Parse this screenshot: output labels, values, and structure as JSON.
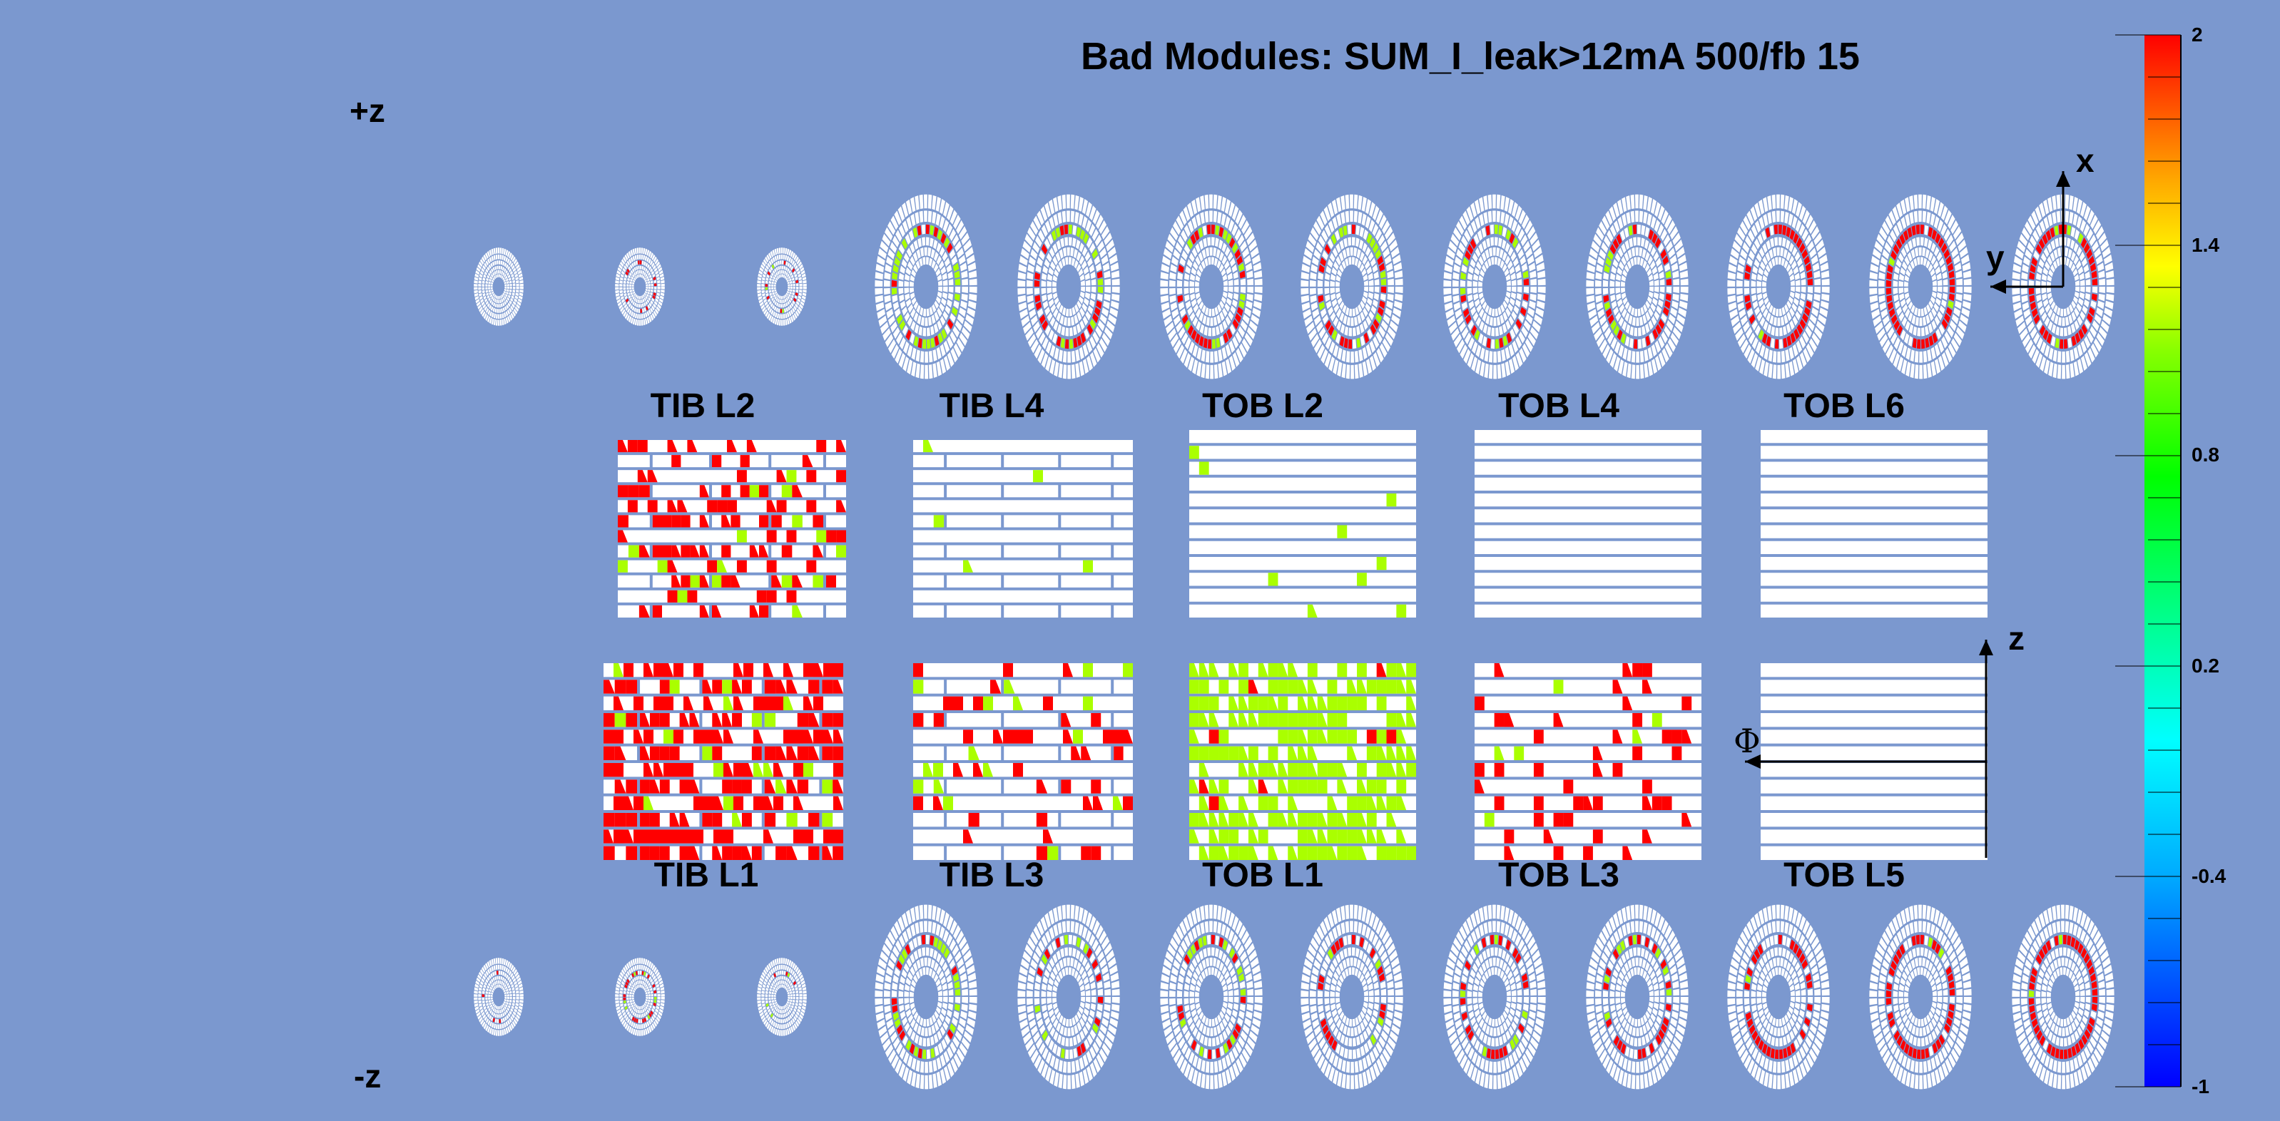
{
  "title": "Bad Modules: SUM_I_leak>12mA 500/fb 15",
  "side_labels": {
    "plus_z": "+z",
    "minus_z": "-z"
  },
  "layer_labels": {
    "top": [
      "TIB L2",
      "TIB L4",
      "TOB L2",
      "TOB L4",
      "TOB L6"
    ],
    "bottom": [
      "TIB L1",
      "TIB L3",
      "TOB L1",
      "TOB L3",
      "TOB L5"
    ]
  },
  "axes": {
    "x": "x",
    "y": "y",
    "z": "z",
    "phi": "Φ"
  },
  "colors": {
    "background": "#7b98cf",
    "bad_high": "#ff0000",
    "bad_mid": "#aaff00",
    "ok": "#ffffff",
    "gap": "#7b98cf"
  },
  "chart_data": {
    "type": "heatmap",
    "title": "Bad Modules: SUM_I_leak>12mA 500/fb 15",
    "colorbar": {
      "min": -1,
      "max": 2,
      "tick_labels": [
        "2",
        "1.4",
        "0.8",
        "0.2",
        "-0.4",
        "-1"
      ],
      "ticks": [
        2,
        1.4,
        0.8,
        0.2,
        -0.4,
        -1
      ]
    },
    "panels": [
      "TIB L1",
      "TIB L2",
      "TIB L3",
      "TIB L4",
      "TOB L1",
      "TOB L2",
      "TOB L3",
      "TOB L4",
      "TOB L5",
      "TOB L6"
    ],
    "endcap_rows": [
      "+z",
      "-z"
    ]
  }
}
